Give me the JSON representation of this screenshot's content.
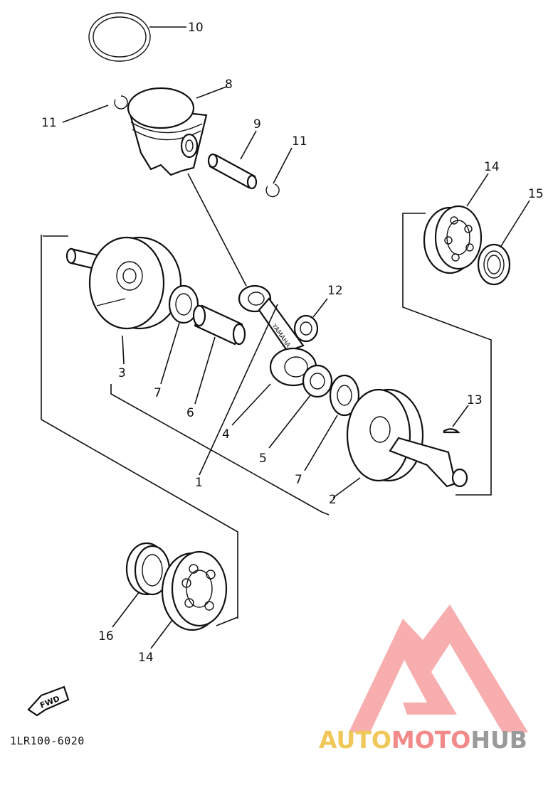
{
  "diagram": {
    "part_labels": {
      "p1": "1",
      "p2": "2",
      "p3": "3",
      "p4": "4",
      "p5": "5",
      "p6": "6",
      "p7a": "7",
      "p7b": "7",
      "p8": "8",
      "p9": "9",
      "p10": "10",
      "p11a": "11",
      "p11b": "11",
      "p12": "12",
      "p13": "13",
      "p14a": "14",
      "p14b": "14",
      "p15": "15",
      "p16": "16"
    },
    "rod_marking": "YAMAHA",
    "fwd_marker": "FWD",
    "drawing_code": "1LR100-6020"
  },
  "watermark": {
    "part1": "AUTO",
    "part2": "MOTO",
    "part3": "HUB",
    "colors": {
      "auto": "#f0c85a",
      "moto": "#f28a8a",
      "hub": "#9a9a9a",
      "logo": "#f7a0a0"
    }
  }
}
